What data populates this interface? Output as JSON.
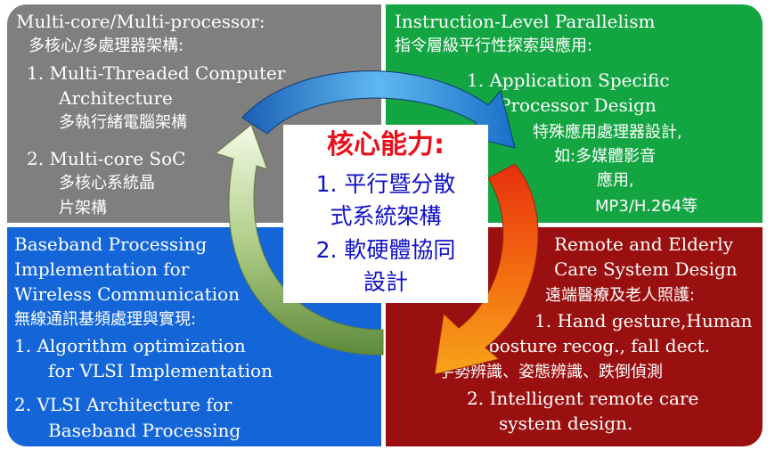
{
  "quadrants": {
    "top_left": {
      "title": "Multi-core/Multi-processor:",
      "subtitle": "多核心/多處理器架構:",
      "item1_a": "1. Multi-Threaded Computer",
      "item1_b": "Architecture",
      "item1_zh": "多執行緒電腦架構",
      "item2_a": "2. Multi-core SoC",
      "item2_zh_a": "多核心系統晶",
      "item2_zh_b": "片架構"
    },
    "top_right": {
      "title": "Instruction-Level Parallelism",
      "subtitle": "指令層級平行性探索與應用:",
      "item1_a": "1. Application Specific",
      "item1_b": "Processor Design",
      "item1_zh_a": "特殊應用處理器設計,",
      "item1_zh_b": "如:多媒體影音",
      "item1_zh_c": "應用,",
      "item1_zh_d": "MP3/H.264等"
    },
    "bottom_left": {
      "title_a": "Baseband Processing",
      "title_b": "Implementation for",
      "title_c": "Wireless Communication",
      "subtitle": "無線通訊基頻處理與實現:",
      "item1_a": "1. Algorithm optimization",
      "item1_b": "for VLSI Implementation",
      "item2_a": "2. VLSI Architecture for",
      "item2_b": "Baseband Processing"
    },
    "bottom_right": {
      "title_a": "Remote and Elderly",
      "title_b": "Care System Design",
      "subtitle": "遠端醫療及老人照護:",
      "item1_a": "1. Hand gesture,Human",
      "item1_b": "posture recog., fall dect.",
      "item1_zh": "手勢辨識、姿態辨識、跌倒偵測",
      "item2_a": "2. Intelligent remote care",
      "item2_b": "system design."
    }
  },
  "center": {
    "title": "核心能力:",
    "line1": "1. 平行暨分散",
    "line2": "式系統架構",
    "line3": "2. 軟硬體協同",
    "line4": "設計"
  },
  "colors": {
    "gray": "#7f7f7f",
    "green": "#14a543",
    "blue": "#1466d8",
    "red": "#9a0f0f",
    "center_title": "#e8101c",
    "center_text": "#1010c8"
  }
}
